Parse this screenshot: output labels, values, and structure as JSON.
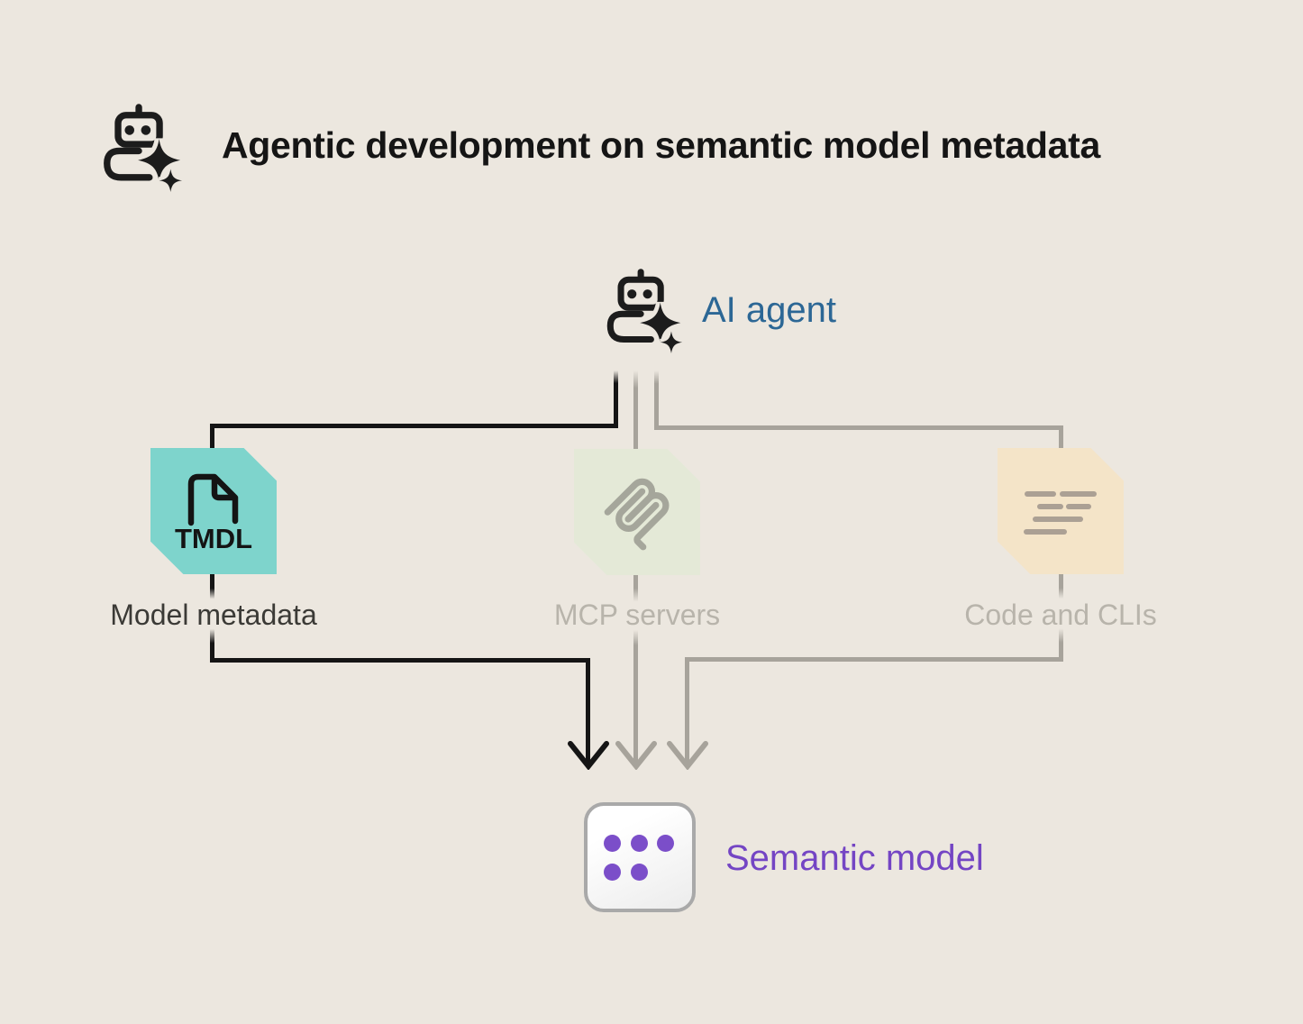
{
  "header": {
    "title": "Agentic development on semantic model metadata",
    "icon": "robot-sparkle-icon"
  },
  "agent": {
    "label": "AI agent",
    "icon": "robot-sparkle-icon",
    "label_color": "#2C6795"
  },
  "sources": [
    {
      "label": "Model metadata",
      "icon": "tmdl-file-icon",
      "file_type": "TMDL",
      "accent": "#7ED4CC",
      "state": "highlighted"
    },
    {
      "label": "MCP servers",
      "icon": "mcp-logo-icon",
      "accent": "#E4E9D7",
      "state": "dimmed"
    },
    {
      "label": "Code and CLIs",
      "icon": "code-lines-icon",
      "accent": "#F4E4C8",
      "state": "dimmed"
    }
  ],
  "target": {
    "label": "Semantic model",
    "icon": "semantic-model-dots-icon",
    "label_color": "#7445C4",
    "dot_color": "#7B4EC9"
  },
  "colors": {
    "background": "#ECE7DF",
    "ink": "#151515",
    "dim_line": "#A7A39B",
    "dim_label": "#B8B4AB",
    "metadata_label": "#3B3A36"
  }
}
